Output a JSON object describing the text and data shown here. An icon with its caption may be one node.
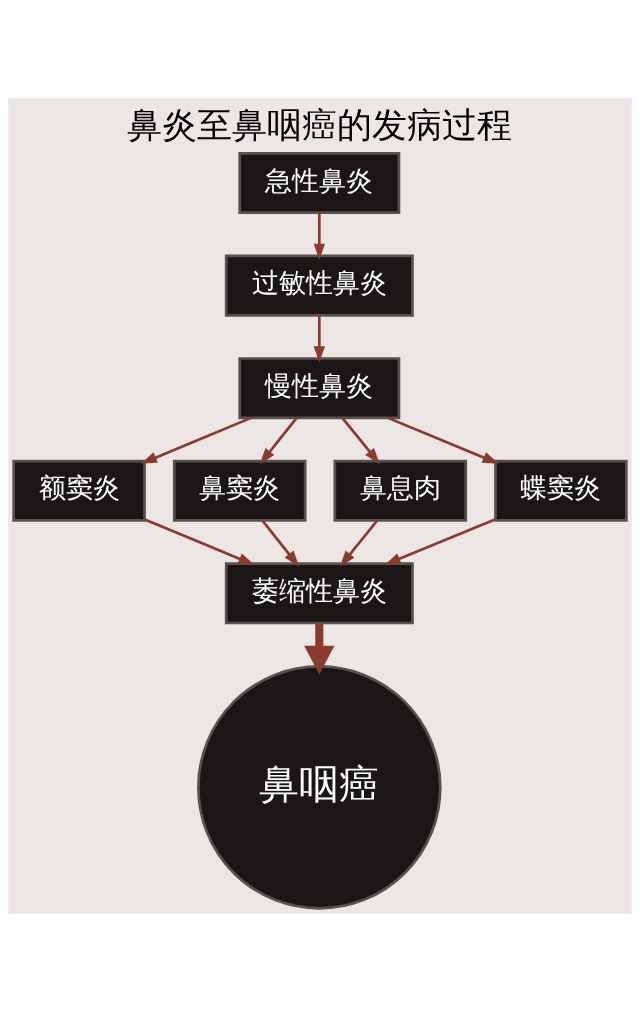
{
  "diagram": {
    "title": "鼻炎至鼻咽癌的发病过程",
    "nodes": [
      {
        "text": [
          "急性鼻炎"
        ]
      },
      {
        "text": [
          "过敏性鼻炎"
        ]
      },
      {
        "text": [
          "慢性鼻炎"
        ]
      },
      {
        "text": [
          "额窦炎"
        ]
      },
      {
        "text": [
          "鼻窦炎"
        ]
      },
      {
        "text": [
          "鼻息肉"
        ]
      },
      {
        "text": [
          "蝶窦炎"
        ]
      },
      {
        "text": [
          "萎缩性鼻炎"
        ]
      },
      {
        "text": [
          "鼻咽癌"
        ]
      }
    ],
    "edges": [
      {
        "from": 0,
        "to": 1,
        "arrow": "to"
      },
      {
        "from": 1,
        "to": 2,
        "arrow": "to"
      },
      {
        "from": 2,
        "to": 3,
        "arrow": "to"
      },
      {
        "from": 2,
        "to": 4,
        "arrow": "to"
      },
      {
        "from": 2,
        "to": 5,
        "arrow": "to"
      },
      {
        "from": 2,
        "to": 6,
        "arrow": "to"
      },
      {
        "from": 3,
        "to": 7,
        "arrow": "to"
      },
      {
        "from": 4,
        "to": 7,
        "arrow": "to"
      },
      {
        "from": 5,
        "to": 7,
        "arrow": "to"
      },
      {
        "from": 6,
        "to": 7,
        "arrow": "to"
      },
      {
        "from": 7,
        "to": 8,
        "arrow": "to",
        "style": "thick"
      }
    ]
  }
}
